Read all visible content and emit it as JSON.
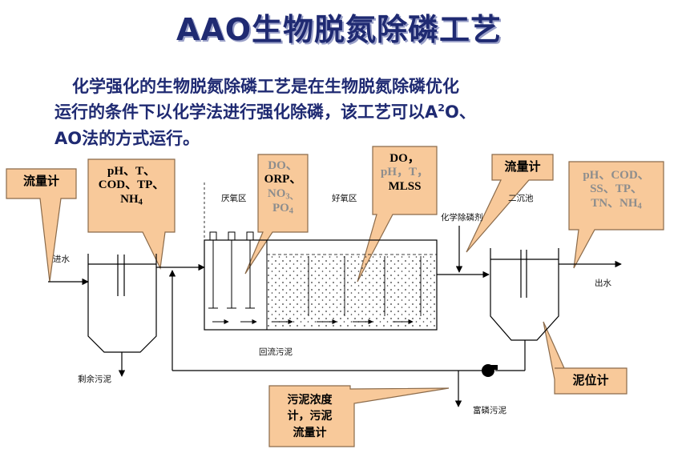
{
  "title": "AAO生物脱氮除磷工艺",
  "intro": {
    "line1": "化学强化的生物脱氮除磷工艺是在生物脱氮除磷优化",
    "line2_a": "运行的条件下以化学法进行强化除磷，该工艺可以A",
    "line2_sup": "2",
    "line2_b": "O、",
    "line3": "AO法的方式运行。"
  },
  "callouts": {
    "flowmeter_in": "流量计",
    "influent_params": {
      "l1": "pH、T、",
      "l2": "COD、TP、",
      "l3": "NH",
      "l3_sub": "4"
    },
    "anaerobic_params": {
      "l1": "DO、",
      "l2": "ORP、",
      "l3": "NO",
      "l3_sub": "3、",
      "l4": "PO",
      "l4_sub": "4"
    },
    "aerobic_params": {
      "l1": "DO，",
      "l2": "pH，T，",
      "l3": "MLSS"
    },
    "flowmeter_chem": "流量计",
    "effluent_params": {
      "l1": "pH、COD、",
      "l2": "SS、TP、",
      "l3": "TN、NH",
      "l3_sub": "4"
    },
    "sludge_level": "泥位计",
    "sludge_meters": {
      "l1": "污泥浓度",
      "l2": "计，污泥",
      "l3": "流量计"
    }
  },
  "labels": {
    "influent": "进水",
    "anaerobic_zone": "厌氧区",
    "aerobic_zone": "好氧区",
    "chem_dosing": "化学除磷剂",
    "secondary_clarifier": "二沉池",
    "effluent": "出水",
    "return_sludge": "回流污泥",
    "excess_sludge": "剩余污泥",
    "p_rich_sludge": "富磷污泥"
  },
  "colors": {
    "title": "#1f2a72",
    "callout_fill": "#f8c99a",
    "callout_stroke": "#8a6a4a",
    "callout_text": "#000000",
    "callout_text_gray": "#8d8d8d",
    "line": "#000000"
  }
}
